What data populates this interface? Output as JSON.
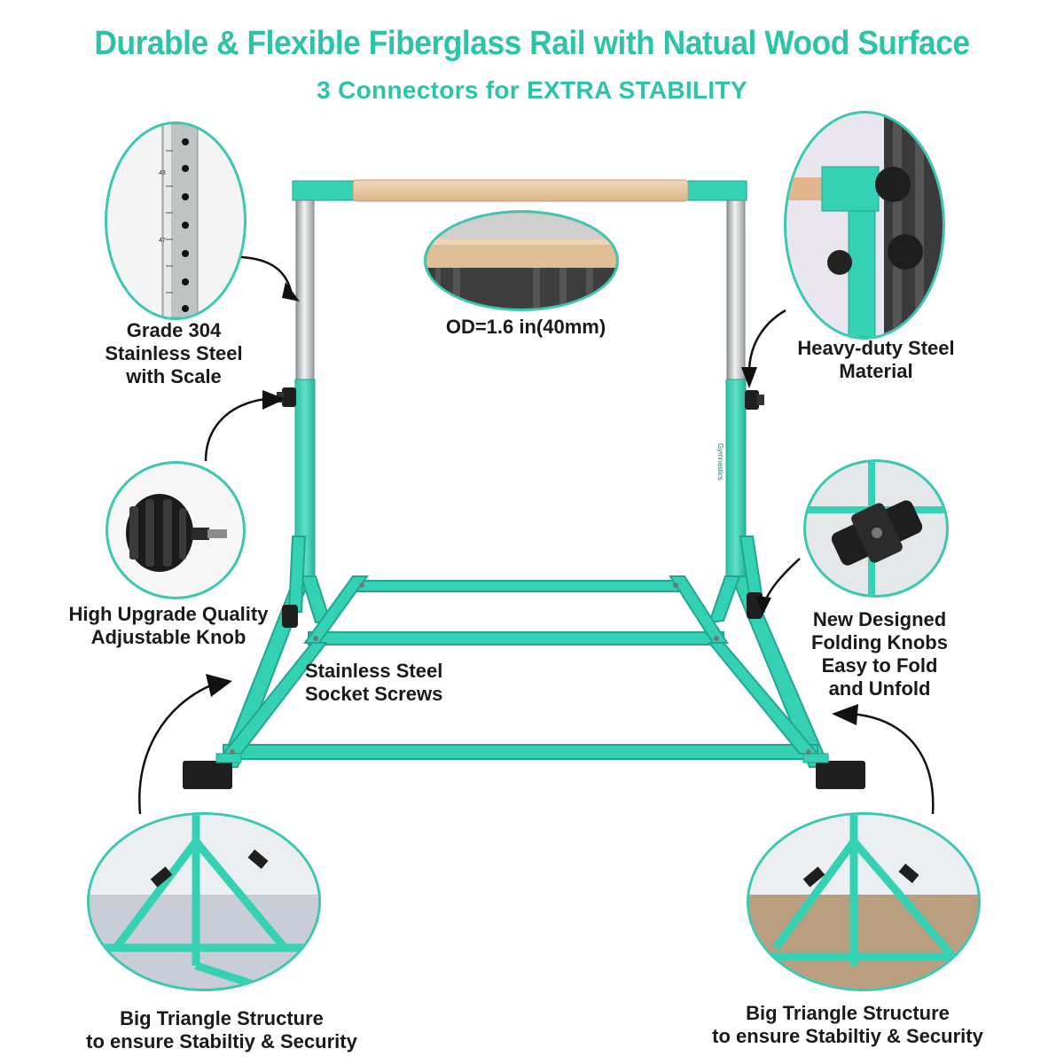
{
  "heading": {
    "title": "Durable & Flexible Fiberglass Rail with Natual Wood Surface",
    "subtitle": "3 Connectors for EXTRA STABILITY"
  },
  "callouts": {
    "steel_scale": [
      "Grade 304",
      "Stainless Steel",
      "with Scale"
    ],
    "rail_od": "OD=1.6 in(40mm)",
    "heavy_steel": [
      "Heavy-duty Steel",
      "Material"
    ],
    "knob": [
      "High Upgrade Quality",
      "Adjustable Knob"
    ],
    "socket_screws": [
      "Stainless Steel",
      "Socket Screws"
    ],
    "folding_knobs": [
      "New Designed",
      "Folding Knobs",
      "Easy to Fold",
      "and Unfold"
    ],
    "triangle_left": [
      "Big Triangle Structure",
      "to ensure Stabiltiy & Security"
    ],
    "triangle_right": [
      "Big Triangle Structure",
      "to ensure Stabiltiy & Security"
    ]
  },
  "scale_marks": [
    "43",
    "47"
  ],
  "colors": {
    "accent": "#2bc4a6",
    "frame": "#35d1b5",
    "frame_dark": "#1fa88f",
    "wood": "#e6c39c",
    "steel": "#b9bcbd",
    "rubber": "#1e1e1e",
    "outline": "#3cc8b0"
  },
  "icons": [
    "curved-arrow-icon",
    "knob-icon",
    "connector-icon"
  ]
}
